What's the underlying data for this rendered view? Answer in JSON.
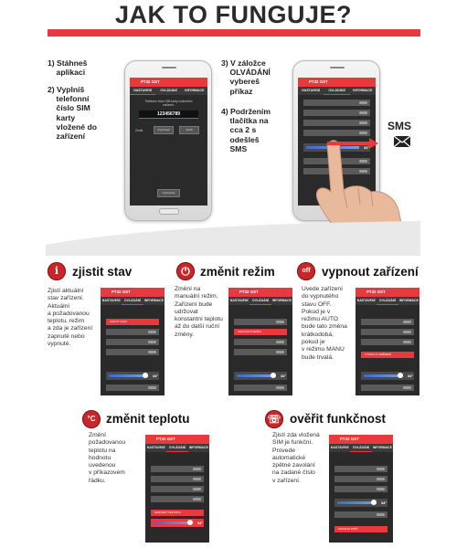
{
  "header": {
    "title": "JAK TO FUNGUJE?"
  },
  "steps_left": {
    "step1": "1) Stáhneš\n    aplikaci",
    "step2": "2) Vyplníš\n    telefonní\n    číslo SIM\n    karty\n    vložené do\n    zařízení"
  },
  "steps_right": {
    "step3": "3) V záložce\n    OLVÁDÁNÍ\n    vybereš\n    příkaz",
    "step4": "4) Podržením\n    tlačítka na\n    cca 2 s\n    odešleš\n    SMS"
  },
  "sms_label": "SMS",
  "phone1": {
    "app_title": "PT32 GST",
    "tabs": [
      "NASTAVENÍ",
      "OVLÁDÁNÍ",
      "INFORMACE"
    ],
    "prompt": "Telefonní číslo SIM karty vloženého zařízení:",
    "number": "123456789",
    "button_a": "Kopírovat",
    "button_b": "Vložit",
    "label_left": "Zrušit",
    "save_button": "Vyzkoušet"
  },
  "phone2": {
    "app_title": "PT32 GST",
    "tabs": [
      "NASTAVENÍ",
      "OVLÁDÁNÍ",
      "INFORMACE"
    ]
  },
  "features": [
    {
      "icon": "i",
      "title": "zjistit stav",
      "desc": "Zjistí aktuální\nstav zařízení.\nAktuální\na požadovanou\nteplotu, režim\na zda je zařízení\nzapnuté nebo\nvypnuté.",
      "highlight": "ZJISTIT STAV"
    },
    {
      "icon": "⏻",
      "title": "změnit režim",
      "desc": "Změní na\nmanuální režim.\nZařízení bude\nudržovat\nkonstantní teplotu\naž do další ruční\nzměny.",
      "highlight": "MANUÁLNÍ REŽIM"
    },
    {
      "icon": "off",
      "title": "vypnout zařízení",
      "desc": "Uvede zařízení\ndo vypnutého\nstavu OFF.\nPokud je v\nrežimu AUTO\nbude tato změna\nkrátkodobá,\npokud je\nv režimu MANU\nbude trvalá.",
      "highlight": "VYPNOUT ZAŘÍZENÍ"
    },
    {
      "icon": "°C",
      "title": "změnit teplotu",
      "desc": "Změní\npožadovanou\nteplotu na\nhodnotu\nuvedenou\nv příkazovém\nřádku.",
      "highlight": "NASTAVIT TEPLOTU"
    },
    {
      "icon": "☏",
      "title": "ověřit funkčnost",
      "desc": "Zjistí zda vložená\nSIM je funkční.\nProvede\nautomatické\nzpětné zavolání\nna zadané číslo\nv zařízení.",
      "highlight": "ZAVOLAT ZPĚT"
    }
  ],
  "mini_app": {
    "title": "PT32 GST",
    "tabs": [
      "NASTAVENÍ",
      "OVLÁDÁNÍ",
      "INFORMACE"
    ],
    "temp": "34°"
  },
  "colors": {
    "accent": "#e83a3e",
    "icon_red": "#c9262a"
  }
}
